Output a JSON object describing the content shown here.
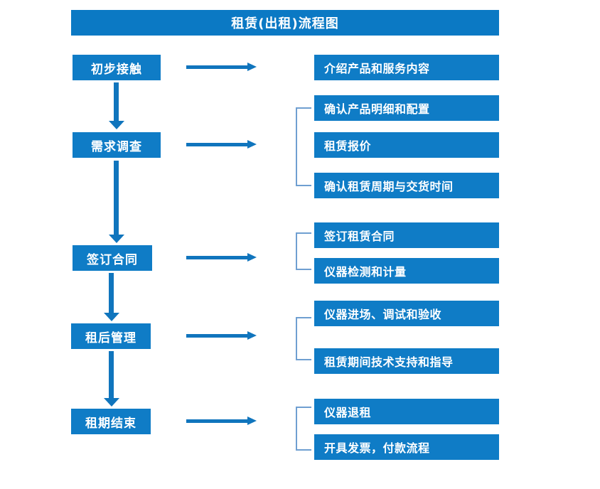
{
  "title": "租赁(出租)流程图",
  "colors": {
    "box_blue": "#0f7cc6",
    "title_blue": "#0b79c4",
    "arrow_blue": "#1075bd",
    "bracket_blue": "#6f9fd1",
    "text_white": "#ffffff",
    "background": "#ffffff"
  },
  "stages": [
    {
      "label": "初步接触"
    },
    {
      "label": "需求调查"
    },
    {
      "label": "签订合同"
    },
    {
      "label": "租后管理"
    },
    {
      "label": "租期结束"
    }
  ],
  "details": [
    {
      "label": "介绍产品和服务内容"
    },
    {
      "label": "确认产品明细和配置"
    },
    {
      "label": "租赁报价"
    },
    {
      "label": "确认租赁周期与交货时间"
    },
    {
      "label": "签订租赁合同"
    },
    {
      "label": "仪器检测和计量"
    },
    {
      "label": "仪器进场、调试和验收"
    },
    {
      "label": "租赁期间技术支持和指导"
    },
    {
      "label": "仪器退租"
    },
    {
      "label": "开具发票，付款流程"
    }
  ],
  "flow": {
    "stage_to_detail_arrows": 5,
    "stage_to_stage_arrows": 4,
    "brackets": 4
  }
}
